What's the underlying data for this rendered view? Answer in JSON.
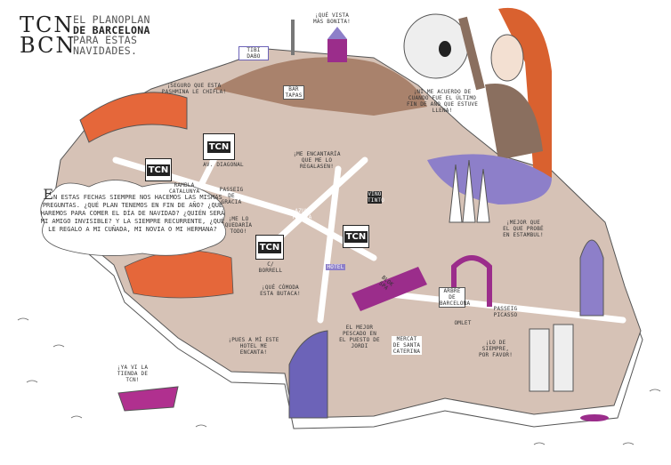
{
  "header": {
    "logo_line1": "TCN",
    "logo_line2": "BCN",
    "tagline_1": "EL PLANOPLAN",
    "tagline_2": "DE BARCELONA",
    "tagline_3": "PARA ESTAS",
    "tagline_4": "NAVIDADES."
  },
  "intro": {
    "drop_cap": "E",
    "text": "n estas fechas siempre nos hacemos las mismas preguntas. ¿Qué plan tenemos en fin de año? ¿Qué haremos para comer el día de Navidad? ¿Quién será mi amigo invisible? Y la siempre recurrente, ¿qué le regalo a mi cuñada, mi novia o mi hermana?"
  },
  "quotes": {
    "vista": "¡Qué vista más bonita!",
    "pashmina": "¡Seguro que esta pashmina le chifla!",
    "luna": "¡Ni me acuerdo de cuando fue el último fin de año que estuve llena!",
    "regalasen": "¡Me encantaría que me lo regalasen!",
    "quedaria": "¡Me lo quedaría todo!",
    "estambul": "¡Mejor que el que probé en Estambul!",
    "butaca": "¡Qué cómoda esta butaca!",
    "hotel": "¡Pues a mí este hotel me encanta!",
    "pescado": "El mejor pescado en el puesto de Jordi",
    "siempre": "¡Lo de siempre, por favor!",
    "tienda": "¡Ya vi la tienda de TCN!"
  },
  "signs": {
    "tibidabo": "Tibi Dabo",
    "bar": "Bar Tapas",
    "azul_tierra": "Azul Tierra",
    "hotel": "Hotel",
    "vino": "Vino Tinto",
    "arbre": "Arbre de Barcelona",
    "mercat": "Mercat de Santa Caterina",
    "omlet": "Omlet",
    "tcn": "TCN",
    "blok": "Blok Spa",
    "diagonal": "Av. Diagonal",
    "rambla": "Rambla Catalunya",
    "passeig": "Passeig de Gràcia",
    "borrell": "C/ Borrell",
    "picasso": "Passeig Picasso"
  },
  "colors": {
    "land": "#d6c2b6",
    "hill": "#a9826c",
    "purple": "#8d7fc9",
    "magenta": "#9b2d8b",
    "orange": "#e5673a",
    "hair": "#d9612f"
  }
}
